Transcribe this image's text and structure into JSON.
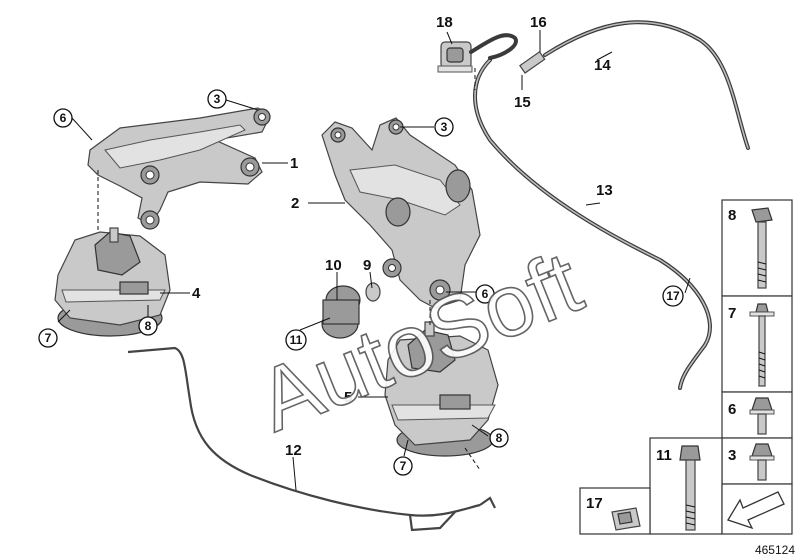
{
  "diagram": {
    "catalog_number": "465124",
    "watermark": "AutoSoft",
    "callouts": {
      "c1": "1",
      "c2": "2",
      "c3a": "3",
      "c3b": "3",
      "c3c": "3",
      "c4": "4",
      "c5": "5",
      "c6a": "6",
      "c6b": "6",
      "c6c": "6",
      "c7a": "7",
      "c7b": "7",
      "c7c": "7",
      "c8a": "8",
      "c8b": "8",
      "c8c": "8",
      "c9": "9",
      "c10": "10",
      "c11a": "11",
      "c11b": "11",
      "c12": "12",
      "c13": "13",
      "c14": "14",
      "c15": "15",
      "c16": "16",
      "c17a": "17",
      "c17b": "17",
      "c18": "18"
    }
  }
}
